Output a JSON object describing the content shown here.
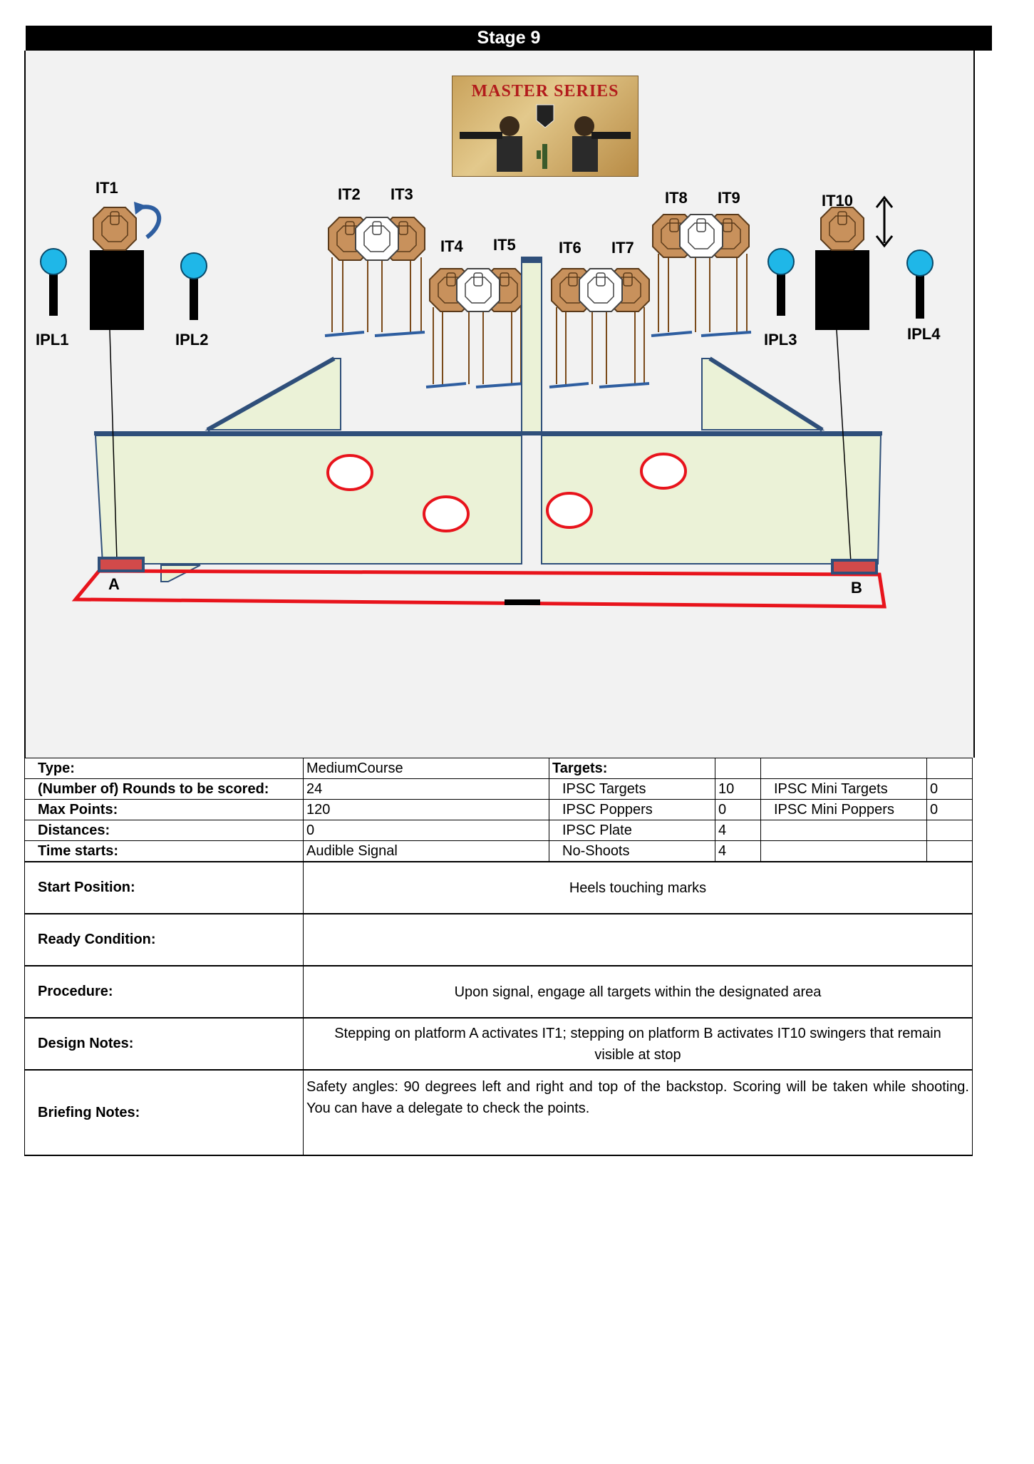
{
  "stage_title": "Stage 9",
  "logo_text": "MASTER SERIES",
  "diagram_labels": {
    "it1": "IT1",
    "it2": "IT2",
    "it3": "IT3",
    "it4": "IT4",
    "it5": "IT5",
    "it6": "IT6",
    "it7": "IT7",
    "it8": "IT8",
    "it9": "IT9",
    "it10": "IT10",
    "ipl1": "IPL1",
    "ipl2": "IPL2",
    "ipl3": "IPL3",
    "ipl4": "IPL4",
    "a": "A",
    "b": "B"
  },
  "colors": {
    "target_brown": "#c8915c",
    "barrier_green": "#ebf2d7",
    "barrier_edge": "#2f4f7a",
    "fault_line": "#e8141c",
    "popper_blue": "#1fb7e8",
    "platform_red": "#d24a4a",
    "noshoot_white": "#ffffff"
  },
  "table": {
    "type_label": "Type:",
    "type_value": "MediumCourse",
    "rounds_label": "(Number of) Rounds to be scored:",
    "rounds_value": "24",
    "maxpoints_label": "Max Points:",
    "maxpoints_value": "120",
    "distances_label": "Distances:",
    "distances_value": "0",
    "timestarts_label": "Time starts:",
    "timestarts_value": "Audible Signal",
    "targets_label": "Targets:",
    "ipsc_targets_label": "IPSC Targets",
    "ipsc_targets_value": "10",
    "ipsc_poppers_label": "IPSC Poppers",
    "ipsc_poppers_value": "0",
    "ipsc_plate_label": "IPSC Plate",
    "ipsc_plate_value": "4",
    "noshoots_label": "No-Shoots",
    "noshoots_value": "4",
    "mini_targets_label": "IPSC Mini Targets",
    "mini_targets_value": "0",
    "mini_poppers_label": "IPSC Mini Poppers",
    "mini_poppers_value": "0",
    "start_position_label": "Start Position:",
    "start_position_value": "Heels touching marks",
    "ready_condition_label": "Ready Condition:",
    "ready_condition_value": "",
    "procedure_label": "Procedure:",
    "procedure_value": "Upon signal, engage all targets within the designated area",
    "design_notes_label": "Design Notes:",
    "design_notes_value": "Stepping on platform A activates IT1; stepping on platform B activates IT10 swingers that remain visible at stop",
    "briefing_notes_label": "Briefing Notes:",
    "briefing_notes_value": "Safety angles: 90 degrees left and right and top of the backstop. Scoring will be taken while shooting. You can have a delegate to check the points."
  }
}
